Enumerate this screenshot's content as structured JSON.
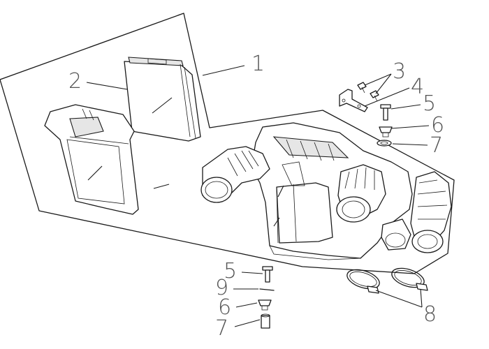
{
  "callouts": [
    {
      "id": "callout-1",
      "label": "1"
    },
    {
      "id": "callout-2",
      "label": "2"
    },
    {
      "id": "callout-3",
      "label": "3"
    },
    {
      "id": "callout-4",
      "label": "4"
    },
    {
      "id": "callout-5-top",
      "label": "5"
    },
    {
      "id": "callout-6-top",
      "label": "6"
    },
    {
      "id": "callout-7-top",
      "label": "7"
    },
    {
      "id": "callout-5-bottom",
      "label": "5"
    },
    {
      "id": "callout-9",
      "label": "9"
    },
    {
      "id": "callout-6-bottom",
      "label": "6"
    },
    {
      "id": "callout-7-bottom",
      "label": "7"
    },
    {
      "id": "callout-8",
      "label": "8"
    }
  ],
  "colors": {
    "line": "#1a1a1a",
    "label": "#555555",
    "shade": "#e6e6e6",
    "background": "#ffffff"
  }
}
